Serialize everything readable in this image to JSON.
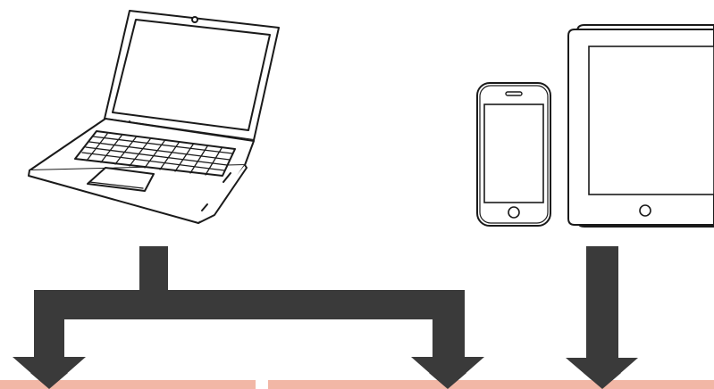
{
  "diagram": {
    "devices": [
      {
        "id": "laptop",
        "icon": "laptop-icon"
      },
      {
        "id": "smartphone",
        "icon": "smartphone-icon"
      },
      {
        "id": "tablet",
        "icon": "tablet-icon"
      }
    ],
    "targets": [
      {
        "id": "target-left",
        "icon": "target-bar"
      },
      {
        "id": "target-right",
        "icon": "target-bar"
      }
    ]
  },
  "colors": {
    "stroke": "#1a1a1a",
    "arrow": "#3a3a3a",
    "target_bar": "#f2b7a6",
    "screen_fill": "#ffffff"
  }
}
